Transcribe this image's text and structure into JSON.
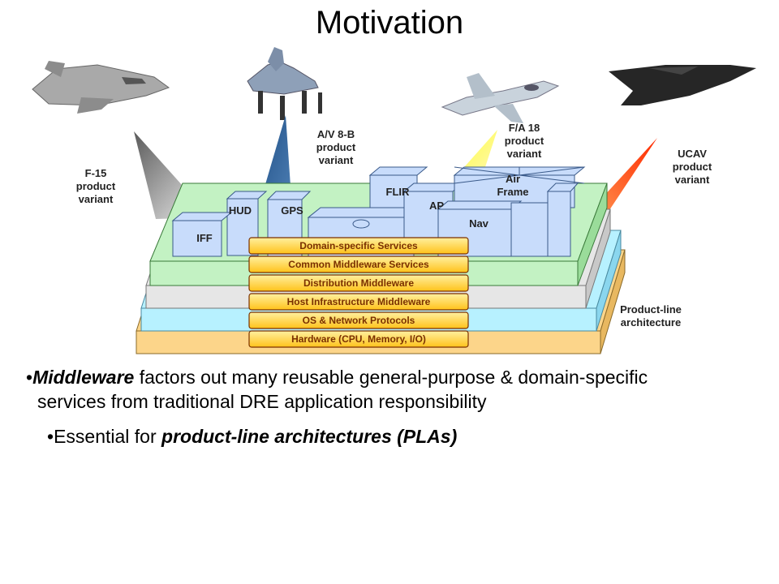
{
  "title": "Motivation",
  "variants": [
    {
      "label": "F-15 product variant",
      "lines": [
        "F-15",
        "product",
        "variant"
      ]
    },
    {
      "label": "A/V 8-B product variant",
      "lines": [
        "A/V 8-B",
        "product",
        "variant"
      ]
    },
    {
      "label": "F/A 18 product variant",
      "lines": [
        "F/A 18",
        "product",
        "variant"
      ]
    },
    {
      "label": "UCAV product variant",
      "lines": [
        "UCAV",
        "product",
        "variant"
      ]
    }
  ],
  "components": [
    "IFF",
    "HUD",
    "GPS",
    "FLIR",
    "AP",
    "Air",
    "Frame",
    "Nav"
  ],
  "layers": [
    "Domain-specific Services",
    "Common Middleware Services",
    "Distribution Middleware",
    "Host Infrastructure Middleware",
    "OS & Network Protocols",
    "Hardware (CPU, Memory, I/O)"
  ],
  "plaLabel": [
    "Product-line",
    "architecture"
  ],
  "bullets": {
    "b1_strong": "Middleware",
    "b1_line1": " factors out many reusable general-purpose & domain-specific",
    "b1_line2": "services from traditional DRE application responsibility",
    "b2_prefix": "Essential for ",
    "b2_emph": "product-line architectures (PLAs)"
  },
  "colors": {
    "hardware": "#fcd58a",
    "os": "#b7f1ff",
    "host": "#e6e6e6",
    "app": "#c3f2c3",
    "component": "#c8dcfb",
    "layerBand": "#ffd24d",
    "f15Cone": "#9a9a9a",
    "av8Cone": "#3d6a9a",
    "fa18Cone": "#ffff66",
    "ucavCone": "#ee4411"
  }
}
